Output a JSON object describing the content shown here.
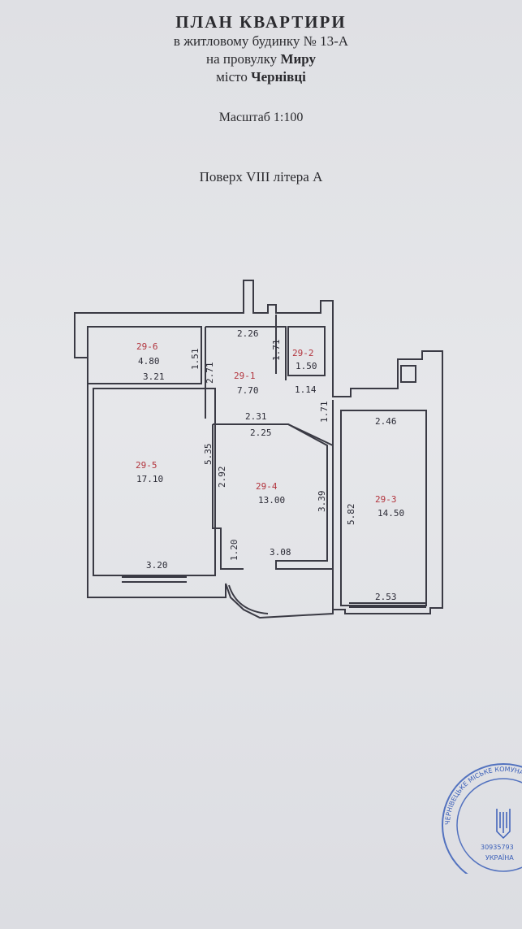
{
  "header": {
    "title": "ПЛАН  КВАРТИРИ",
    "line1": "в житловому будинку № 13-А",
    "line2_prefix": "на провулку ",
    "line2_bold": "Миру",
    "line3_prefix": "місто ",
    "line3_bold": "Чернівці",
    "scale": "Масштаб 1:100",
    "floor": "Поверх VIII літера А"
  },
  "rooms": [
    {
      "id": "29-6",
      "area": "4.80"
    },
    {
      "id": "29-1",
      "area": "7.70"
    },
    {
      "id": "29-2",
      "area": "1.50"
    },
    {
      "id": "29-5",
      "area": "17.10"
    },
    {
      "id": "29-4",
      "area": "13.00"
    },
    {
      "id": "29-3",
      "area": "14.50"
    }
  ],
  "dimensions": {
    "d_2_26": "2.26",
    "d_1_71a": "1.71",
    "d_1_51": "1.51",
    "d_2_71": "2.71",
    "d_3_21": "3.21",
    "d_1_14": "1.14",
    "d_1_71b": "1.71",
    "d_2_31": "2.31",
    "d_2_25": "2.25",
    "d_2_46": "2.46",
    "d_5_35": "5.35",
    "d_2_92": "2.92",
    "d_3_39": "3.39",
    "d_5_82": "5.82",
    "d_1_20": "1.20",
    "d_3_08": "3.08",
    "d_3_20": "3.20",
    "d_2_53": "2.53"
  },
  "stamp": {
    "ring_text": "ЧЕРНІВЕЦЬКЕ МІСЬКЕ КОМУНАЛЬНЕ БЮРО ТЕХНІЧНОЇ ІНВЕНТАРИЗАЦІЇ",
    "code": "30935793",
    "country": "УКРАЇНА"
  },
  "colors": {
    "ink": "#2b2b36",
    "room_id": "#b2343d",
    "stamp": "#3b5fb8"
  }
}
